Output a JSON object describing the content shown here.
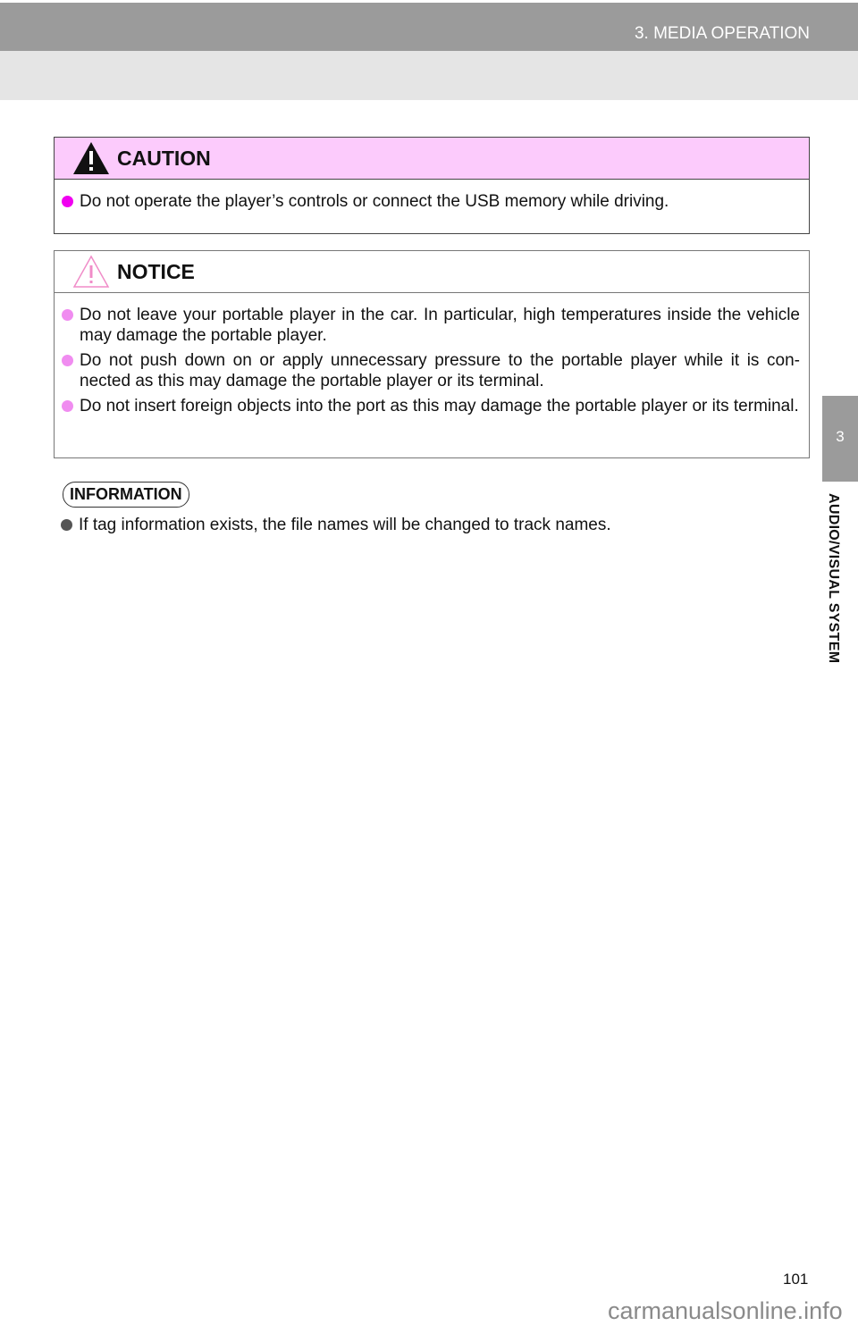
{
  "header": {
    "section": "3. MEDIA OPERATION"
  },
  "side_tab": {
    "number": "3",
    "label": "AUDIO/VISUAL SYSTEM"
  },
  "caution": {
    "title": "CAUTION",
    "items": [
      "Do not operate the player’s controls or connect the USB memory while driving."
    ]
  },
  "notice": {
    "title": "NOTICE",
    "items": [
      "Do not leave your portable player in the car. In particular, high temperatures inside the vehicle may damage the portable player.",
      "Do not push down on or apply unnecessary pressure to the portable player while it is con-nected as this may damage the portable player or its terminal.",
      "Do not insert foreign objects into the port as this may damage the portable player or its terminal."
    ]
  },
  "information": {
    "title": "INFORMATION",
    "items": [
      "If tag information exists, the file names will be changed to track names."
    ]
  },
  "page_number": "101",
  "watermark": "carmanualsonline.info",
  "colors": {
    "caution_bg": "#fccbfc",
    "bullet_pink": "#f060f0",
    "notice_bullet": "#f08cf0",
    "info_bullet": "#555555",
    "header_gray": "#9b9b9b"
  }
}
